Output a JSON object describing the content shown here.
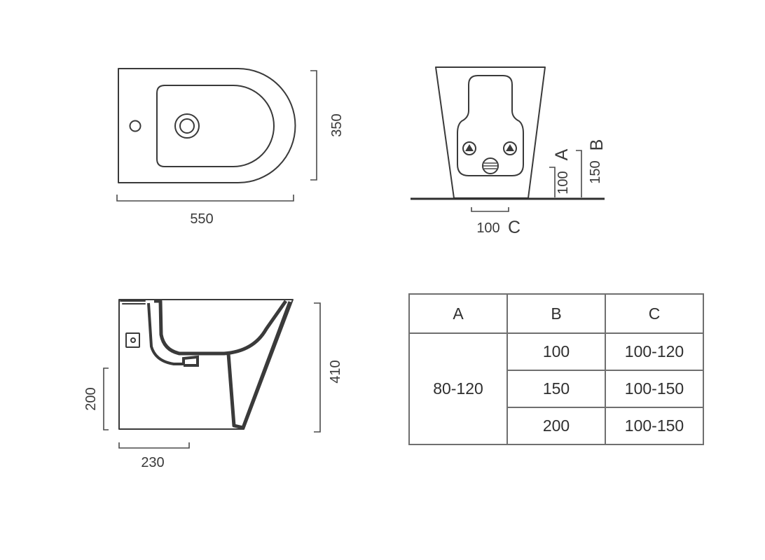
{
  "top_view": {
    "length": "550",
    "width": "350"
  },
  "front_view": {
    "dim_a": "100",
    "label_a": "A",
    "dim_b": "150",
    "label_b": "B",
    "dim_c": "100",
    "label_c": "C"
  },
  "side_view": {
    "height": "410",
    "inlet_height": "200",
    "inlet_offset": "230"
  },
  "table": {
    "headers": [
      "A",
      "B",
      "C"
    ],
    "a_value": "80-120",
    "rows": [
      {
        "b": "100",
        "c": "100-120"
      },
      {
        "b": "150",
        "c": "100-150"
      },
      {
        "b": "200",
        "c": "100-150"
      }
    ]
  }
}
